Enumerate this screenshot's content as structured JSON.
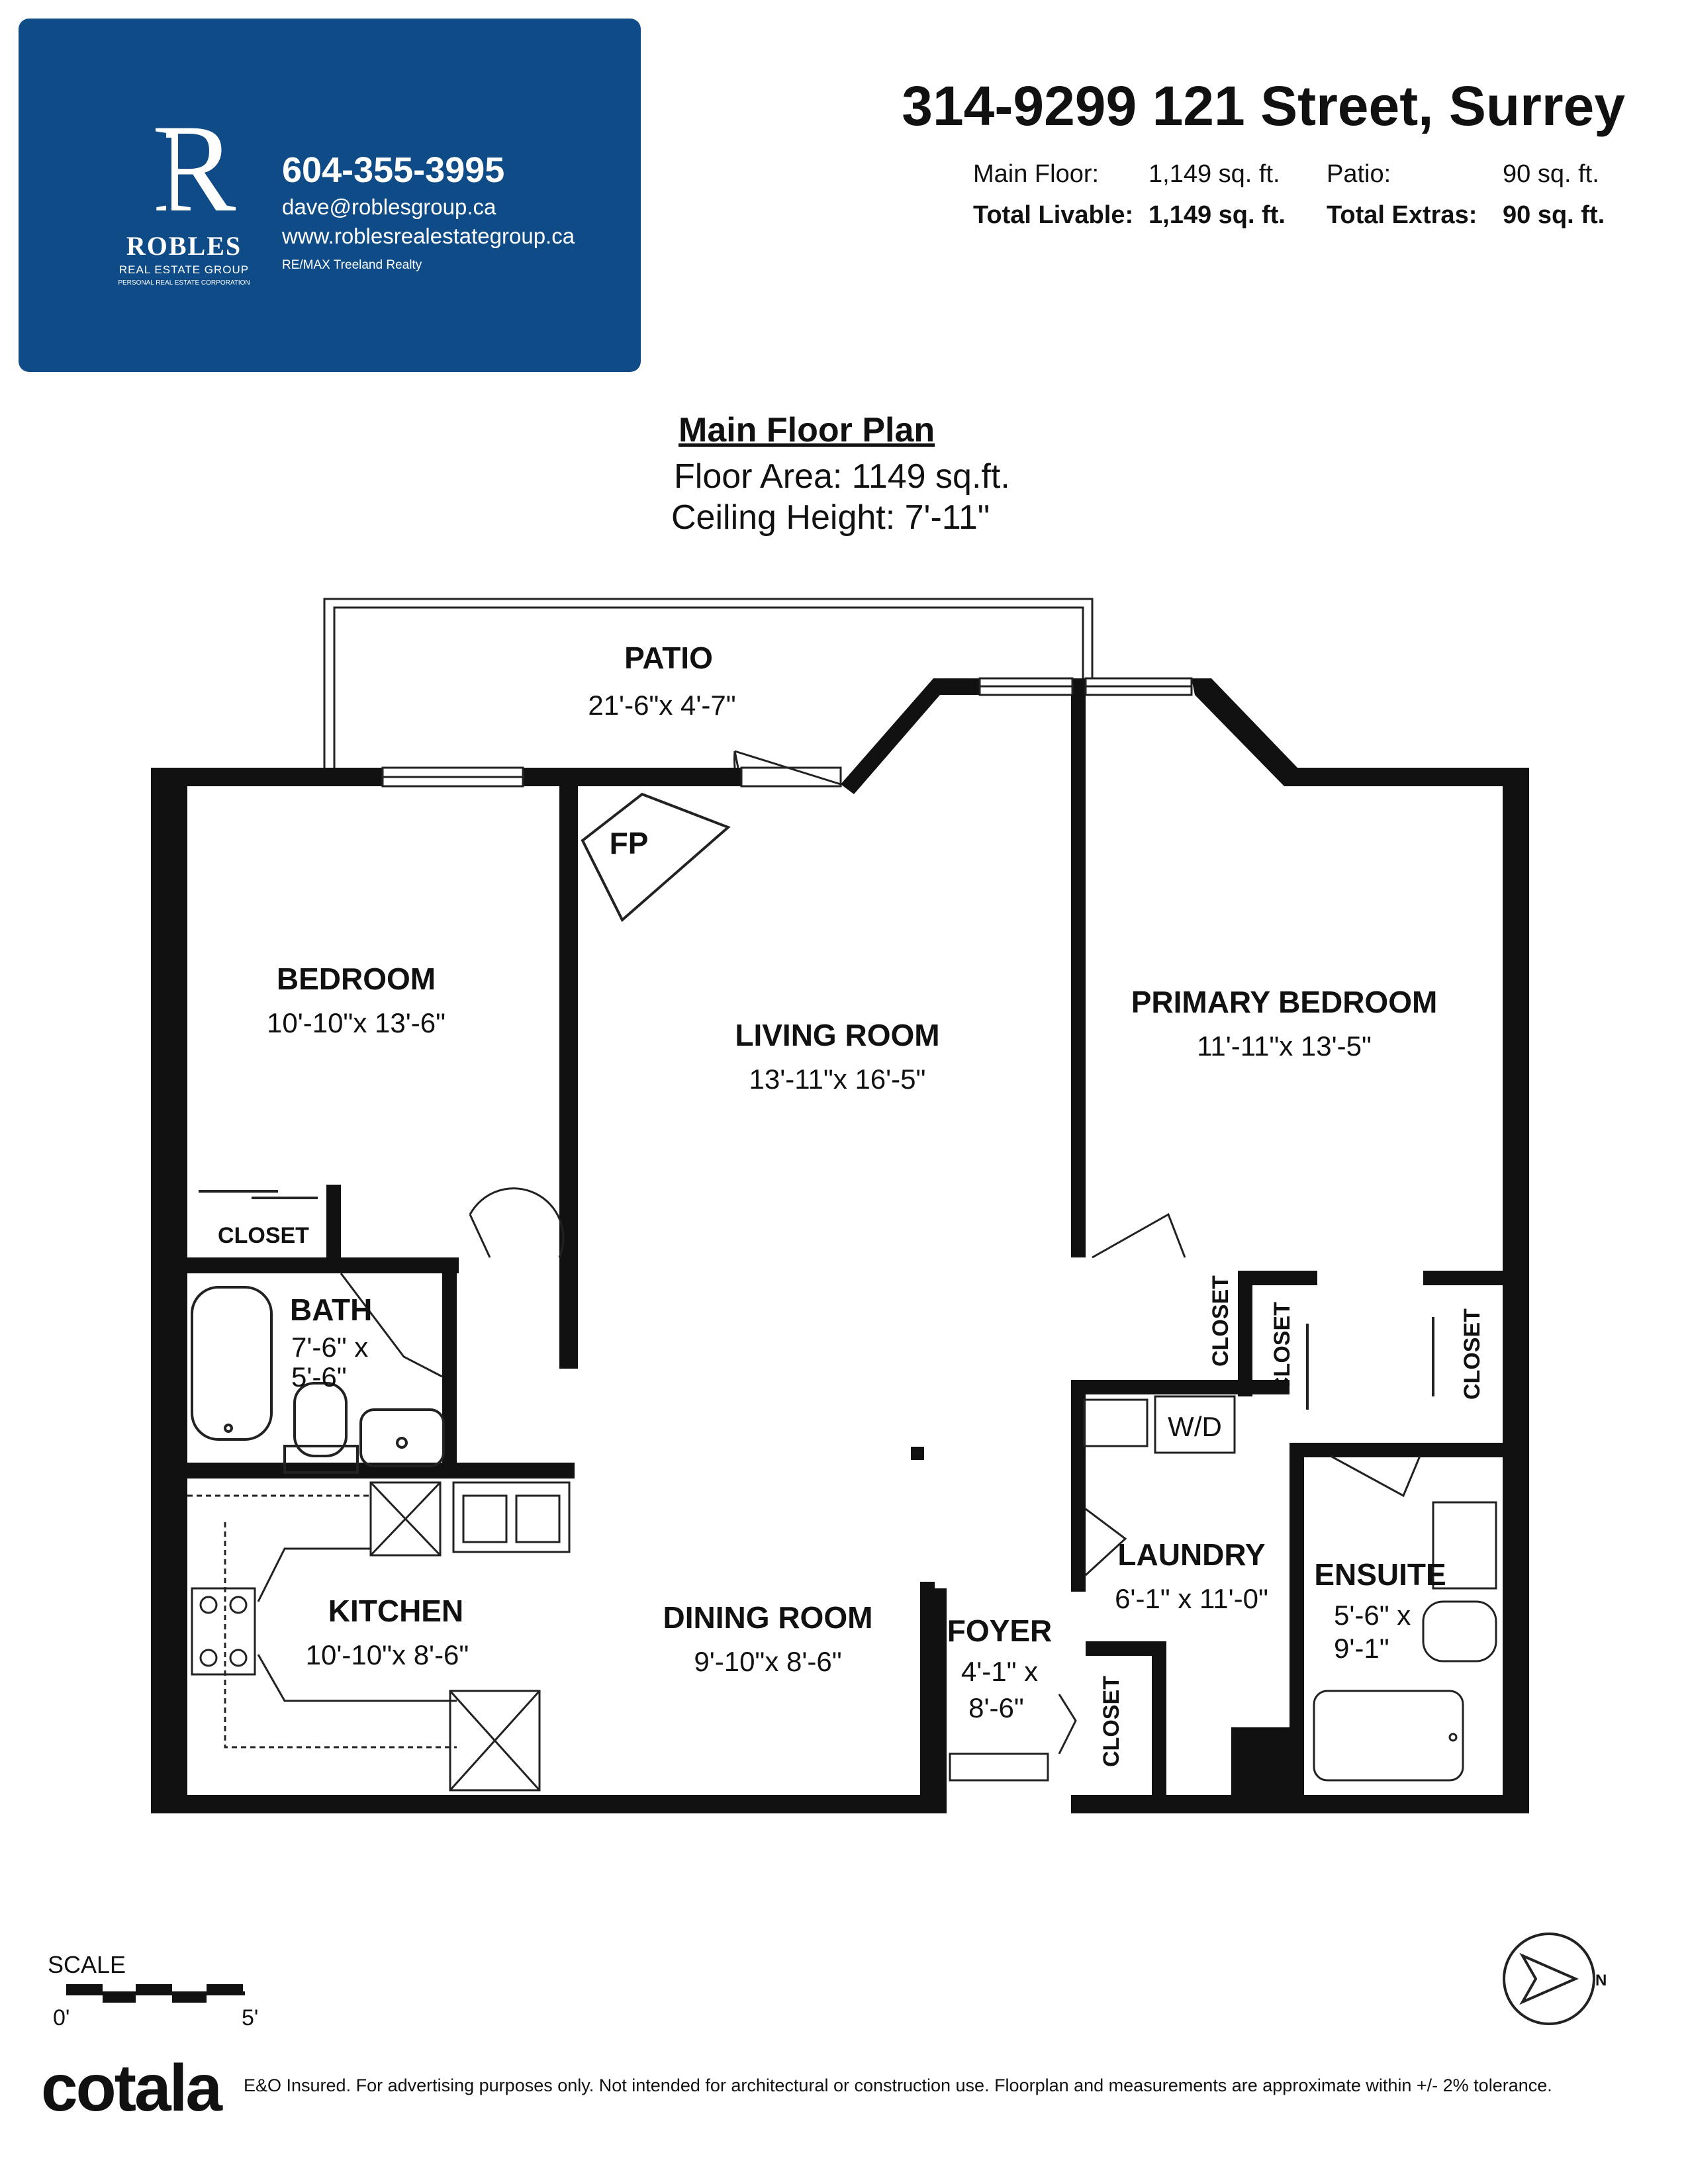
{
  "agent": {
    "logo_letter": "R",
    "logo_name": "ROBLES",
    "logo_sub": "REAL ESTATE GROUP",
    "logo_sub2": "PERSONAL REAL ESTATE CORPORATION",
    "phone": "604-355-3995",
    "email": "dave@roblesgroup.ca",
    "website": "www.roblesrealestategroup.ca",
    "brokerage": "RE/MAX Treeland Realty",
    "card_color": "#0f4b87"
  },
  "listing": {
    "address": "314-9299 121 Street, Surrey",
    "main_floor_label": "Main Floor:",
    "main_floor_value": "1,149 sq. ft.",
    "patio_label": "Patio:",
    "patio_value": "90 sq. ft.",
    "total_livable_label": "Total Livable:",
    "total_livable_value": "1,149 sq. ft.",
    "total_extras_label": "Total Extras:",
    "total_extras_value": "90 sq. ft."
  },
  "plan": {
    "title": "Main Floor Plan",
    "floor_area": "Floor Area: 1149 sq.ft.",
    "ceiling_height": "Ceiling Height: 7'-11\""
  },
  "rooms": {
    "patio": {
      "name": "PATIO",
      "dims": "21'-6\"x  4'-7\""
    },
    "fireplace": {
      "name": "FP"
    },
    "bedroom": {
      "name": "BEDROOM",
      "dims": "10'-10\"x 13'-6\""
    },
    "living": {
      "name": "LIVING ROOM",
      "dims": "13'-11\"x 16'-5\""
    },
    "primary": {
      "name": "PRIMARY BEDROOM",
      "dims": "11'-11\"x 13'-5\""
    },
    "closet_bed": {
      "name": "CLOSET"
    },
    "bath": {
      "name": "BATH",
      "dims1": "7'-6\"  x",
      "dims2": "5'-6\""
    },
    "closet_a": {
      "name": "CLOSET"
    },
    "closet_b": {
      "name": "CLOSET"
    },
    "closet_c": {
      "name": "CLOSET"
    },
    "washer_dryer": {
      "name": "W/D"
    },
    "laundry": {
      "name": "LAUNDRY",
      "dims": "6'-1\"  x 11'-0\""
    },
    "ensuite": {
      "name": "ENSUITE",
      "dims1": "5'-6\"  x",
      "dims2": "9'-1\""
    },
    "kitchen": {
      "name": "KITCHEN",
      "dims": "10'-10\"x  8'-6\""
    },
    "dining": {
      "name": "DINING ROOM",
      "dims": "9'-10\"x  8'-6\""
    },
    "foyer": {
      "name": "FOYER",
      "dims1": "4'-1\"  x",
      "dims2": "8'-6\""
    },
    "closet_foyer": {
      "name": "CLOSET"
    }
  },
  "footer": {
    "scale_label": "SCALE",
    "scale_zero": "0'",
    "scale_five": "5'",
    "compass_letter": "N",
    "brand": "cotala",
    "disclaimer": "E&O Insured. For advertising purposes only. Not intended for architectural or construction use. Floorplan and measurements are approximate within +/- 2% tolerance."
  }
}
